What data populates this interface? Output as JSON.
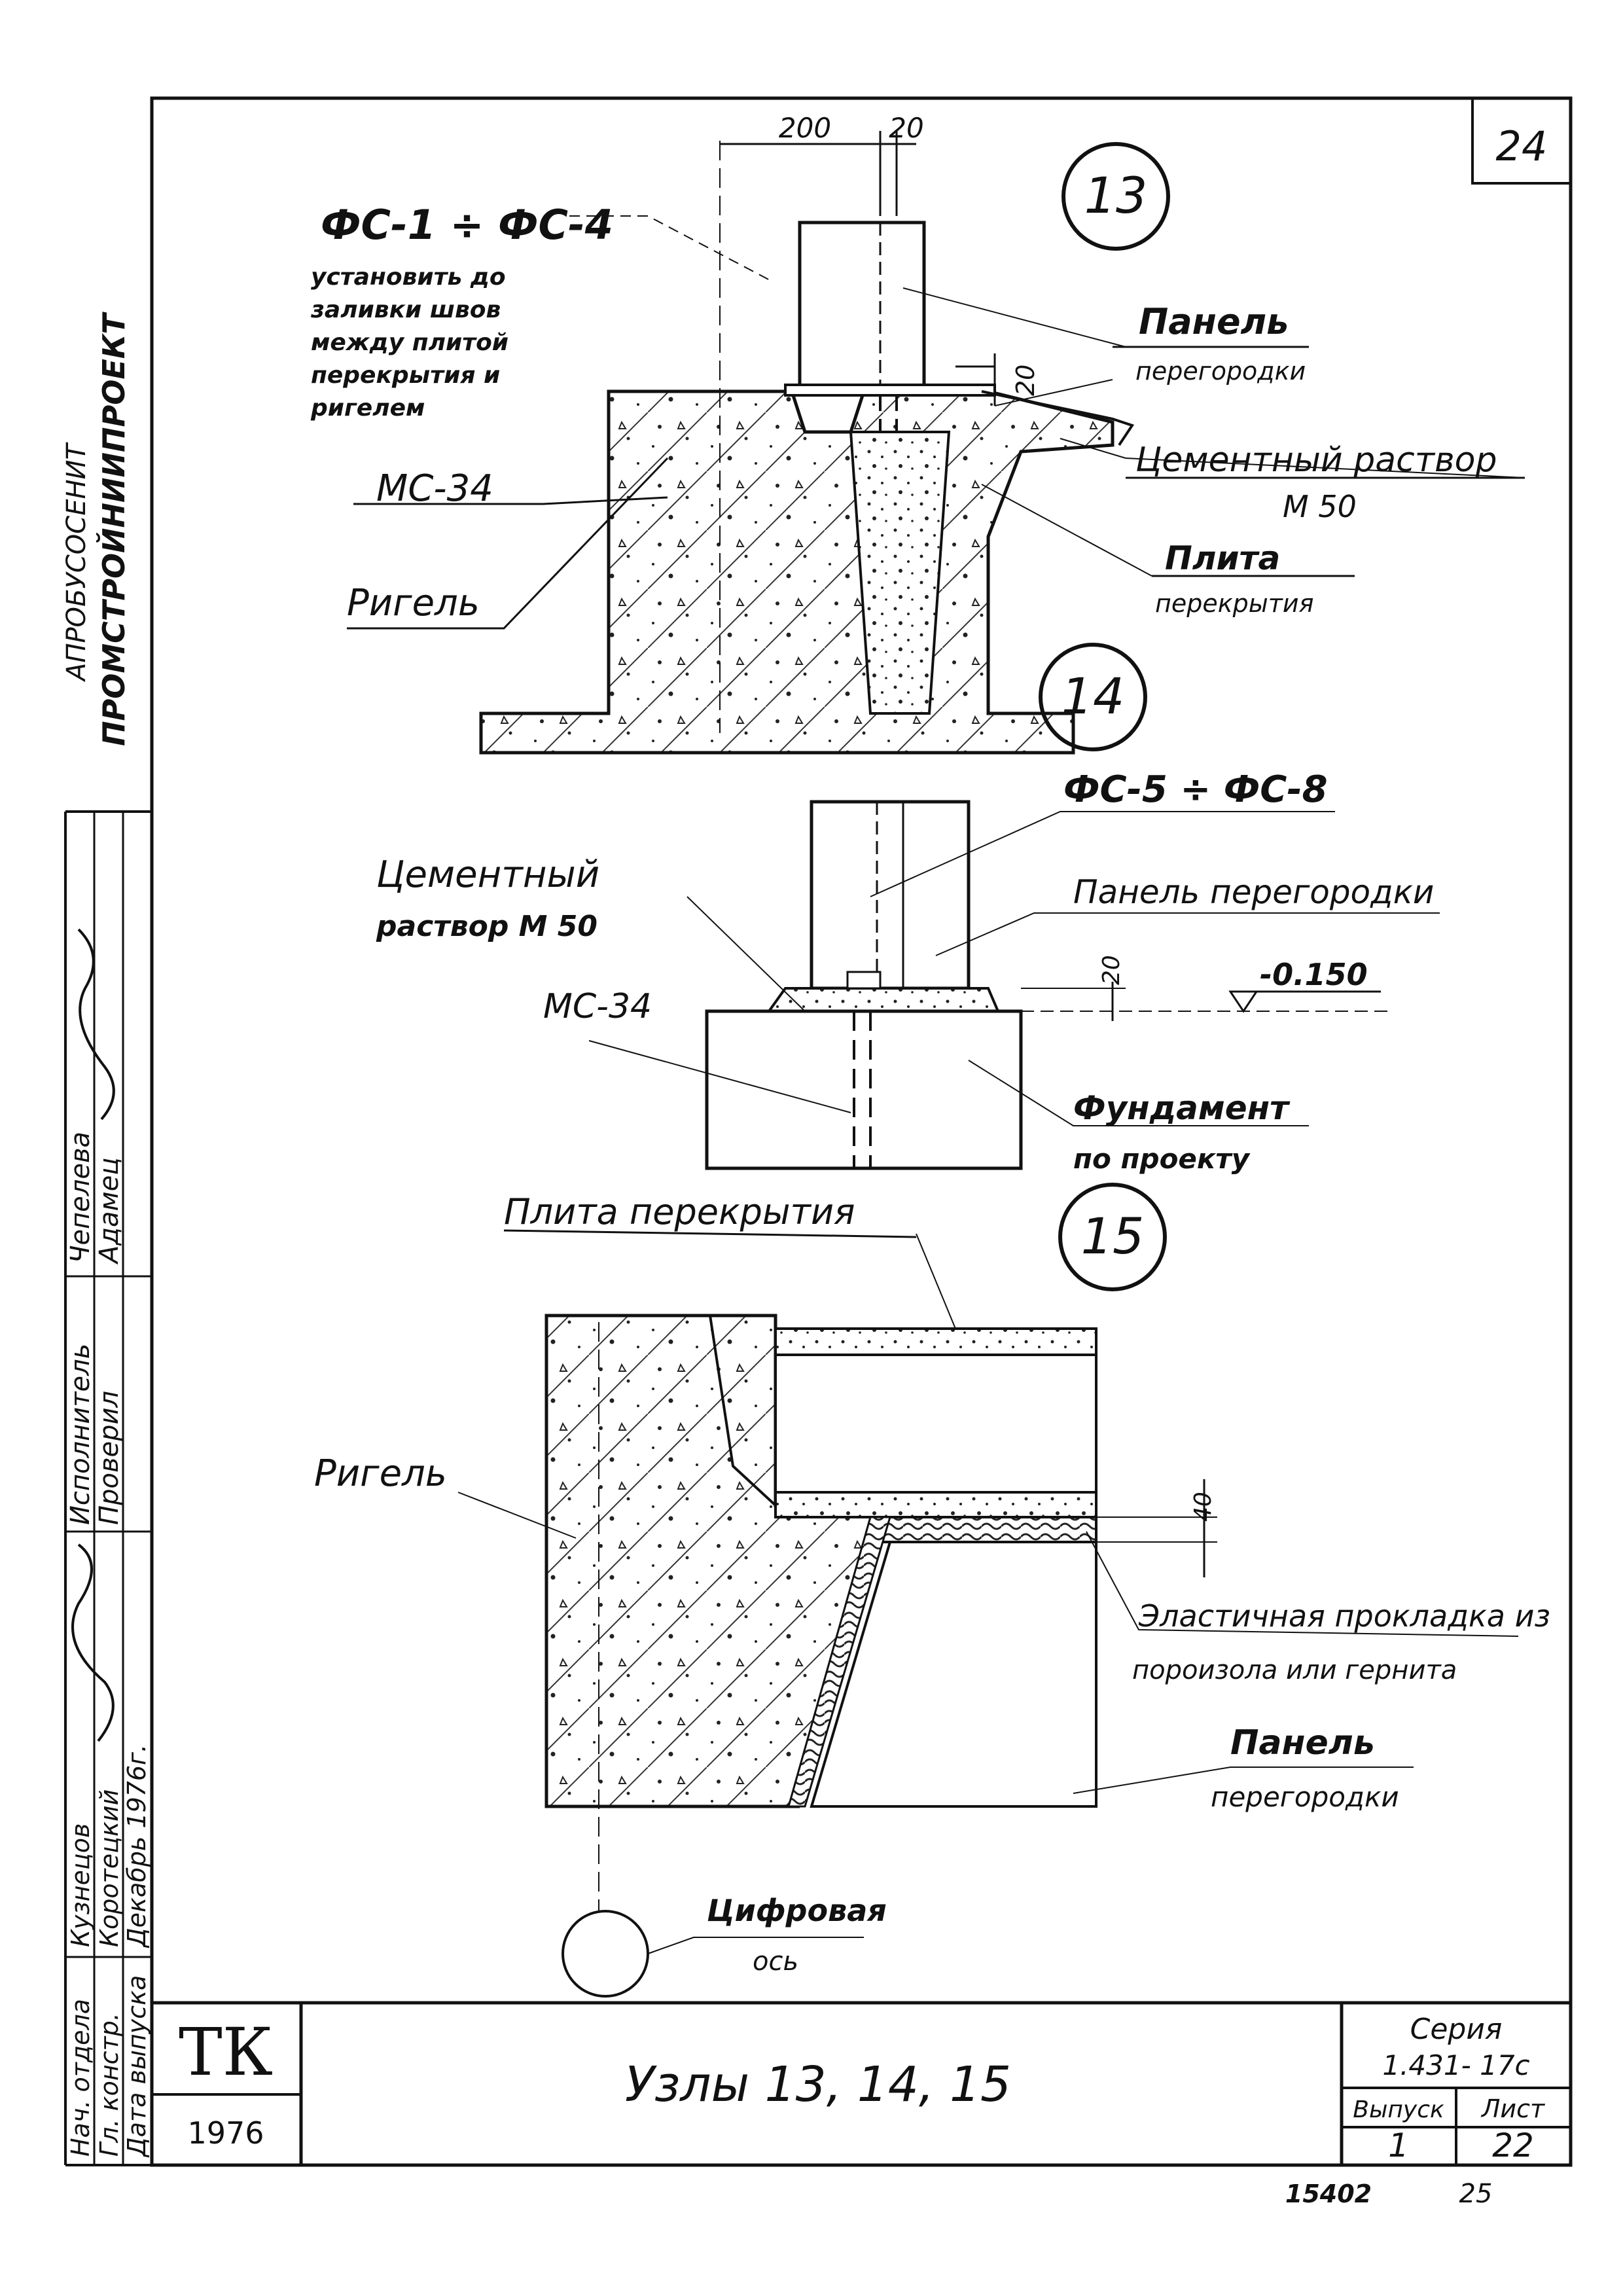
{
  "sheet": {
    "page_number": "24",
    "bottom_codes": {
      "left": "15402",
      "right": "25"
    }
  },
  "left_strip": {
    "organization_line1": "АПРОБУСОСЕНИТ",
    "organization_line2": "ПРОМСТРОЙНИИПРОЕКТ",
    "roles": [
      {
        "role": "Исполнитель",
        "name": "Чепелева"
      },
      {
        "role": "Проверил",
        "name": "Адамец"
      },
      {
        "role": "Нач. отдела",
        "name": "Кузнецов"
      },
      {
        "role": "Гл. констр.",
        "name": "Коротецкий"
      },
      {
        "role": "Дата выпуска",
        "name": "Декабрь 1976г."
      }
    ]
  },
  "node13": {
    "number": "13",
    "dim_200": "200",
    "dim_20_top": "20",
    "dim_20_side": "20",
    "callout_fs": "ФС-1 ÷ ФС-4",
    "callout_fs_note": [
      "установить до",
      "заливки швов",
      "между плитой",
      "перекрытия и",
      "ригелем"
    ],
    "label_panel": "Панель",
    "label_panel_sub": "перегородки",
    "label_mortar": "Цементный раствор",
    "label_mortar_sub": "М 50",
    "label_slab": "Плита",
    "label_slab_sub": "перекрытия",
    "label_ms": "МС-34",
    "label_girder": "Ригель"
  },
  "node14": {
    "number": "14",
    "label_fs": "ФС-5 ÷ ФС-8",
    "label_mortar": "Цементный",
    "label_mortar_sub": "раствор  М 50",
    "label_panel": "Панель перегородки",
    "label_ms": "МС-34",
    "dim_20": "20",
    "level_mark": "-0.150",
    "label_foundation": "Фундамент",
    "label_foundation_sub": "по проекту"
  },
  "node15": {
    "number": "15",
    "label_slab": "Плита перекрытия",
    "label_girder": "Ригель",
    "dim_40": "40",
    "label_gasket": "Эластичная прокладка из",
    "label_gasket_sub": "пороизола или гернита",
    "label_panel": "Панель",
    "label_panel_sub": "перегородки",
    "label_axis": "Цифровая",
    "label_axis_sub": "ось"
  },
  "title_block": {
    "logo": "ТК",
    "year": "1976",
    "title": "Узлы  13, 14, 15",
    "series_label": "Серия",
    "series_value": "1.431- 17с",
    "issue_label": "Выпуск",
    "issue_value": "1",
    "sheet_label": "Лист",
    "sheet_value": "22"
  }
}
